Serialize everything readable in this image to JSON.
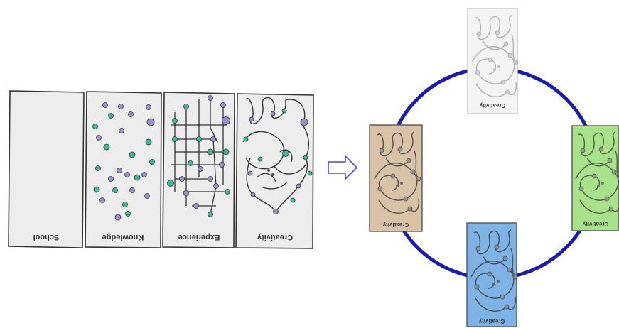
{
  "panels": [
    {
      "label": "School"
    },
    {
      "label": "Knowledge"
    },
    {
      "label": "Experience"
    },
    {
      "label": "Creativity"
    }
  ],
  "cycle_cards": [
    {
      "label": "Creativity",
      "color": "#f4f4f4"
    },
    {
      "label": "Creativity",
      "color": "#a8e28b"
    },
    {
      "label": "Creativity",
      "color": "#7fb2e5"
    },
    {
      "label": "Creativity",
      "color": "#d9c3a6"
    }
  ],
  "colors": {
    "panel_fill": "#ededed",
    "dot_purple": "#9b8fcf",
    "dot_teal": "#3fb89a",
    "ring": "#1c1ca8",
    "arrow": "#4a4ad0"
  },
  "arrow_icon": "double-arrow-right-icon"
}
